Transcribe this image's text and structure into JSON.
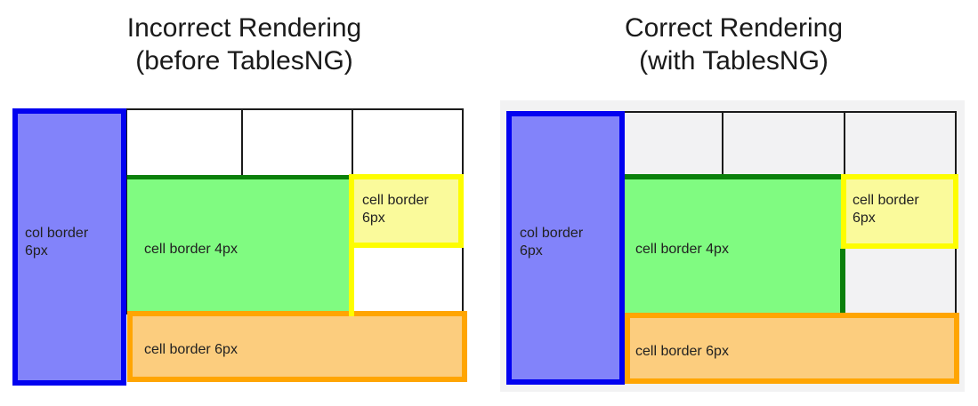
{
  "panels": [
    {
      "title_line1": "Incorrect Rendering",
      "title_line2": "(before TablesNG)",
      "labels": {
        "col": "col border 6px",
        "green": "cell border 4px",
        "yellow": "cell border 6px",
        "orange": "cell border 6px"
      }
    },
    {
      "title_line1": "Correct Rendering",
      "title_line2": "(with TablesNG)",
      "labels": {
        "col": "col border 6px",
        "green": "cell border 4px",
        "yellow": "cell border 6px",
        "orange": "cell border 6px"
      }
    }
  ],
  "colors": {
    "line": "#1b1b1b",
    "blue_border": "#0202f0",
    "blue_fill": "#8283fa",
    "green_border": "#0b800b",
    "green_fill": "#80fb81",
    "yellow_border": "#fdfd00",
    "yellow_fill": "#fafa9b",
    "orange_border": "#ffa502",
    "orange_fill": "#fccd7e",
    "table_bg": "#f2f2f3",
    "label_text": "#212121",
    "title_text": "#1a1a1a"
  }
}
